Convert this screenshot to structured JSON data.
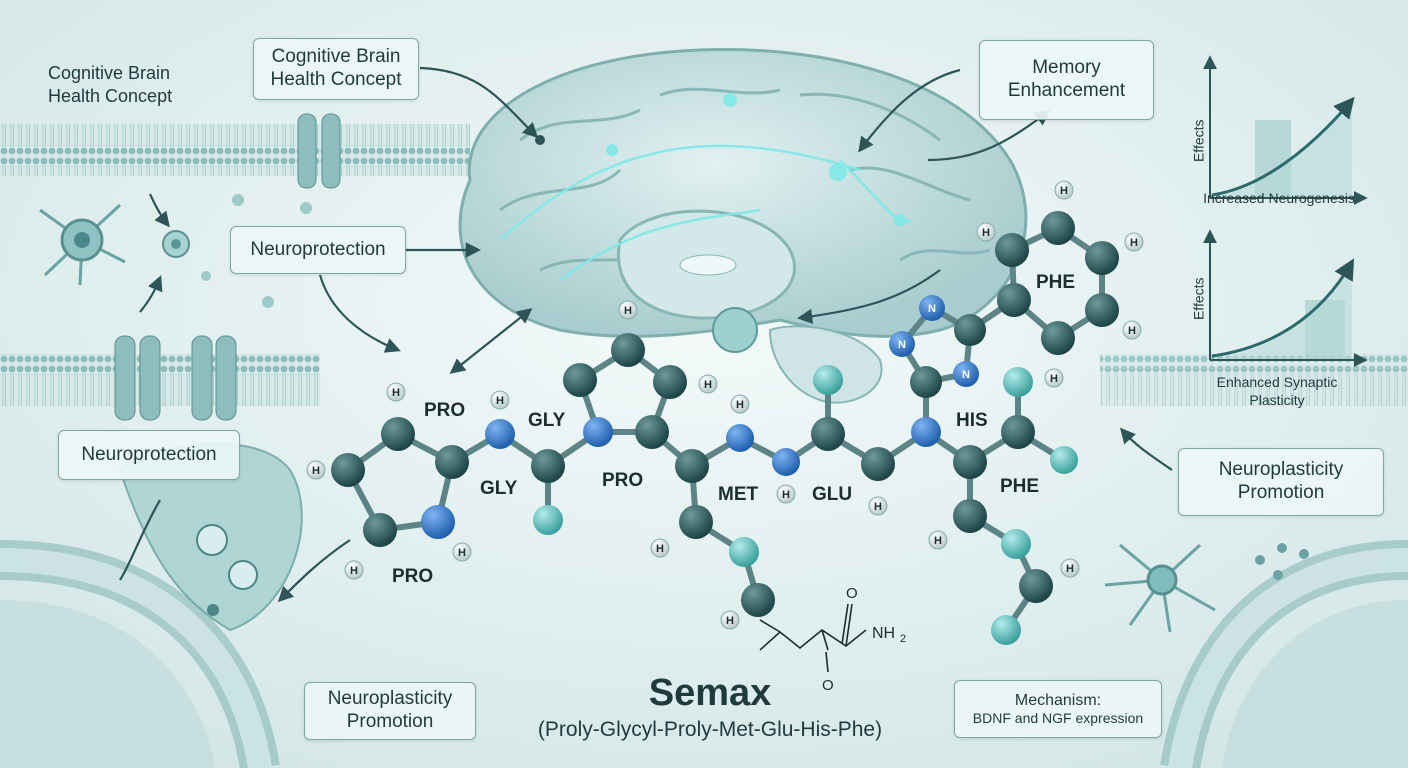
{
  "labels": {
    "cognitive_plain": "Cognitive Brain\nHealth Concept",
    "cognitive_box": "Cognitive Brain\nHealth Concept",
    "memory": "Memory\nEnhancement",
    "neuroprotection_top": "Neuroprotection",
    "neuroprotection_left": "Neuroprotection",
    "neuroplasticity_right": "Neuroplasticity\nPromotion",
    "neuroplasticity_bottom": "Neuroplasticity\nPromotion",
    "mechanism_title": "Mechanism:",
    "mechanism_detail": "BDNF and NGF expression"
  },
  "amino_acids": {
    "pro1": "PRO",
    "gly1": "GLY",
    "gly2": "GLY",
    "pro2": "PRO",
    "pro3": "PRO",
    "met": "MET",
    "glu": "GLU",
    "his": "HIS",
    "phe1": "PHE",
    "phe2": "PHE"
  },
  "atoms": {
    "h": "H",
    "n": "N"
  },
  "amide": {
    "o": "O",
    "nh2": "NH",
    "sub2": "2"
  },
  "charts": {
    "top": {
      "ylabel": "Effects",
      "xlabel": "Increased Neurogenesis"
    },
    "bottom": {
      "ylabel": "Effects",
      "xlabel": "Enhanced Synaptic\nPlasticity"
    }
  },
  "title": "Semax",
  "subtitle": "(Proly-Glycyl-Proly-Met-Glu-His-Phe)",
  "colors": {
    "background": "#e6f1f1",
    "carbon": "#2f5c5e",
    "nitrogen": "#2e74c9",
    "oxygen": "#4fb3b0",
    "hydrogen": "#dfe9e9",
    "brain": "#b9d8d8",
    "glow": "#7fe8e8",
    "text": "#1f3a3d"
  }
}
